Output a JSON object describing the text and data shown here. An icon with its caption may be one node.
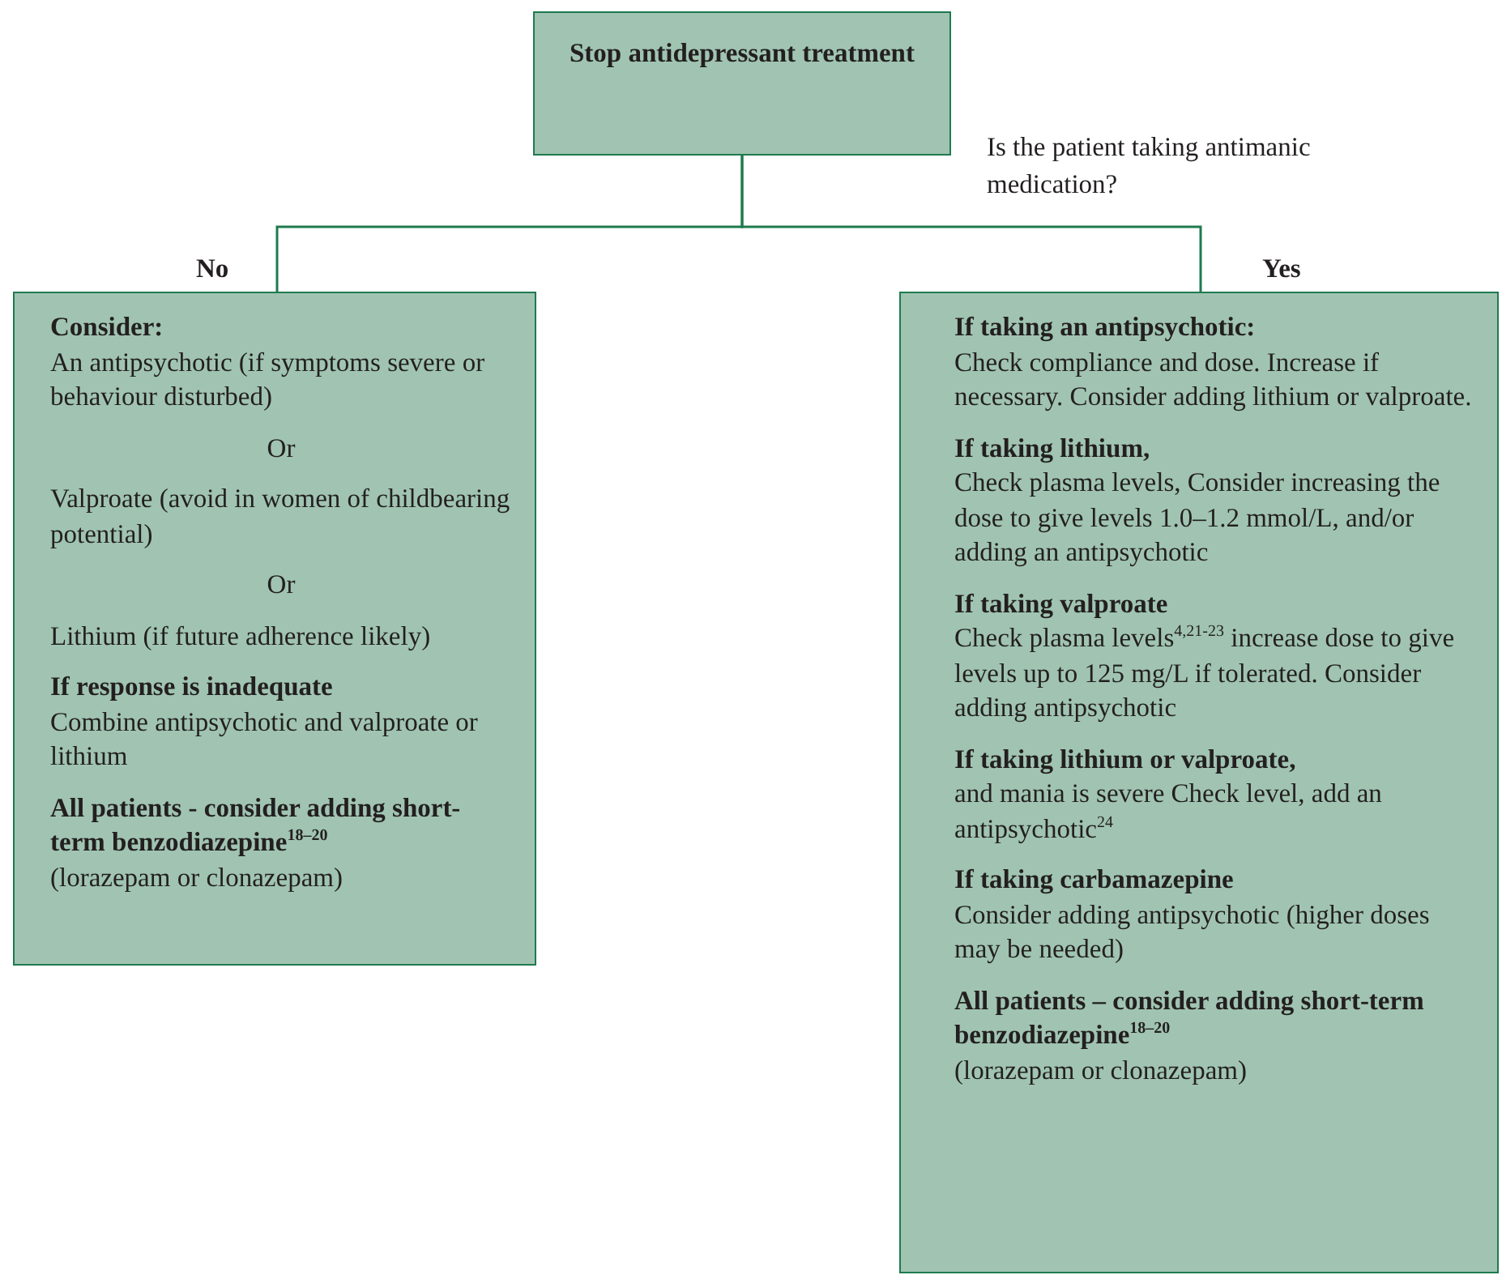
{
  "diagram": {
    "nodes": [
      {
        "text": [
          "**Stop antidepressant treatment**"
        ]
      },
      {
        "text": [
          "**Consider:** An antipsychotic (if symptoms severe or behaviour disturbed)",
          "Or",
          "Valproate (avoid in women of childbearing potential)",
          "Or",
          "Lithium (if future adherence likely)",
          "**If response is inadequate** Combine antipsychotic and valproate or lithium",
          "**All patients - consider adding short-term benzodiazepine**$^{18–20}$ (lorazepam or clonazepam)"
        ]
      },
      {
        "text": [
          "**If taking an antipsychotic:** Check compliance and dose. Increase if necessary. Consider adding lithium or valproate.",
          "**If taking lithium,** Check plasma levels, Consider increasing the dose to give levels 1.0–1.2 mmol/L, and/or adding an antipsychotic",
          "**If taking valproate** Check plasma levels$^{4,21-23}$ increase dose to give levels up to 125 mg/L if tolerated. Consider adding antipsychotic",
          "**If taking lithium or valproate,** and mania is severe Check level, add an antipsychotic$^{24}$",
          "**If taking carbamazepine** Consider adding antipsychotic (higher doses may be needed)",
          "**All patients – consider adding short-term benzodiazepine**$^{18–20}$ (lorazepam or clonazepam)"
        ]
      }
    ],
    "edges": [
      {
        "from": 0,
        "to": 1,
        "arrow": "none",
        "label": "No"
      },
      {
        "from": 0,
        "to": 2,
        "arrow": "none",
        "label": "Yes"
      }
    ],
    "labels": [
      "Is the patient taking antimanic medication?"
    ]
  }
}
